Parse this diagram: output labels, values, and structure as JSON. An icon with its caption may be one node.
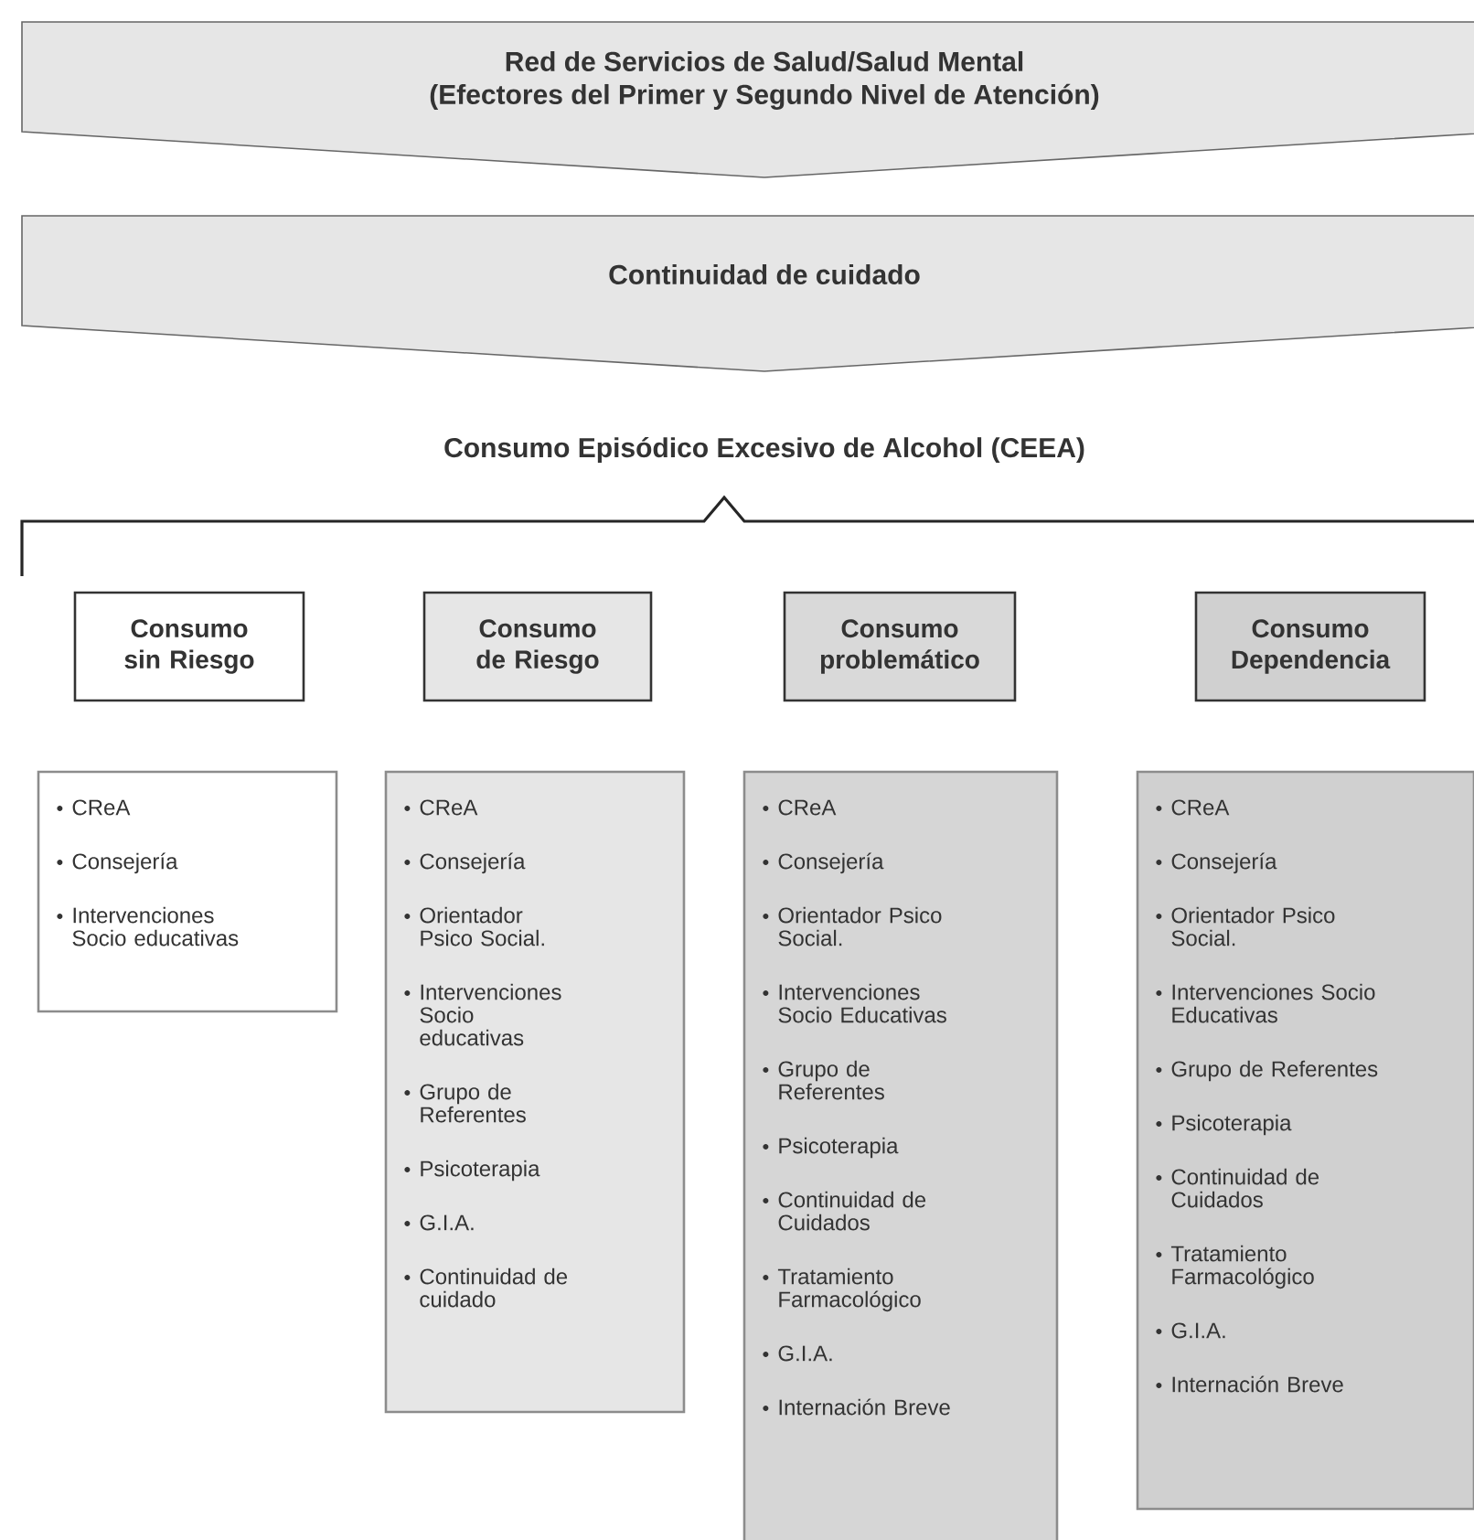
{
  "diagram": {
    "nodes": [
      {
        "text": [
          "Red de Servicios de Salud/Salud Mental",
          "(Efectores del Primer y Segundo Nivel de Atención)"
        ]
      },
      {
        "text": [
          "Continuidad de cuidado"
        ]
      },
      {
        "text": [
          "Consumo sin Riesgo"
        ]
      },
      {
        "text": [
          "Consumo de Riesgo"
        ]
      },
      {
        "text": [
          "Consumo problemático"
        ]
      },
      {
        "text": [
          "Consumo Dependencia"
        ]
      },
      {
        "text": [
          "CReA",
          "Consejería",
          "Intervenciones Socio educativas"
        ]
      },
      {
        "text": [
          "CReA",
          "Consejería",
          "Orientador Psico Social.",
          "Intervenciones Socio educativas",
          "Grupo de Referentes",
          "Psicoterapia",
          "G.I.A.",
          "Continuidad de cuidado"
        ]
      },
      {
        "text": [
          "CReA",
          "Consejería",
          "Orientador Psico Social.",
          "Intervenciones Socio Educativas",
          "Grupo de Referentes",
          "Psicoterapia",
          "Continuidad de Cuidados",
          "Tratamiento Farmacológico",
          "G.I.A.",
          "Internación Breve"
        ]
      },
      {
        "text": [
          "CReA",
          "Consejería",
          "Orientador Psico Social.",
          "Intervenciones Socio Educativas",
          "Grupo de Referentes",
          "Psicoterapia",
          "Continuidad de Cuidados",
          "Tratamiento Farmacológico",
          "G.I.A.",
          "Internación Breve"
        ]
      }
    ],
    "labels": [
      "Consumo Episódico Excesivo de Alcohol (CEEA)"
    ]
  }
}
